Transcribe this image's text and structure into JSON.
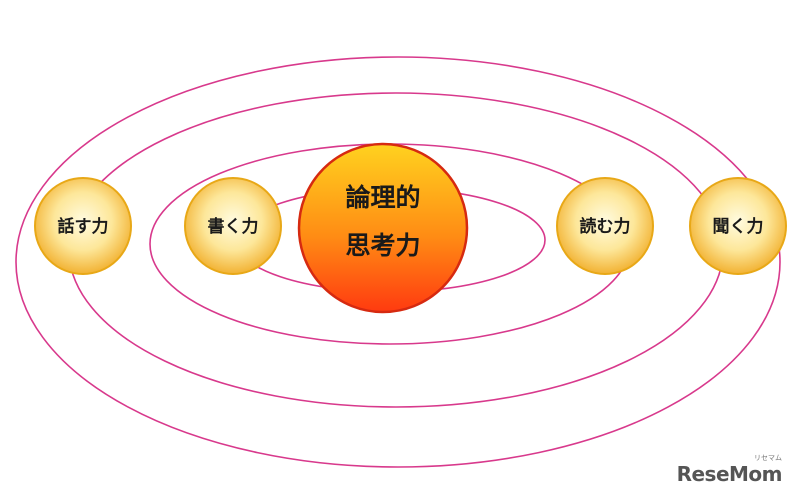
{
  "colors": {
    "orbit": "#d8398c",
    "node_border": "#e8a817",
    "node_fill_light": "#fffbe0",
    "node_fill_dark": "#f2b233",
    "center_border": "#d62a10",
    "center_fill_top": "#ffd21f",
    "center_fill_bottom": "#ff3a10"
  },
  "center": {
    "line1": "論理的",
    "line2": "思考力"
  },
  "nodes": {
    "speaking": "話す力",
    "writing": "書く力",
    "reading": "読む力",
    "listening": "聞く力"
  },
  "logo": {
    "text": "ReseMom",
    "sub": "リセマム"
  }
}
